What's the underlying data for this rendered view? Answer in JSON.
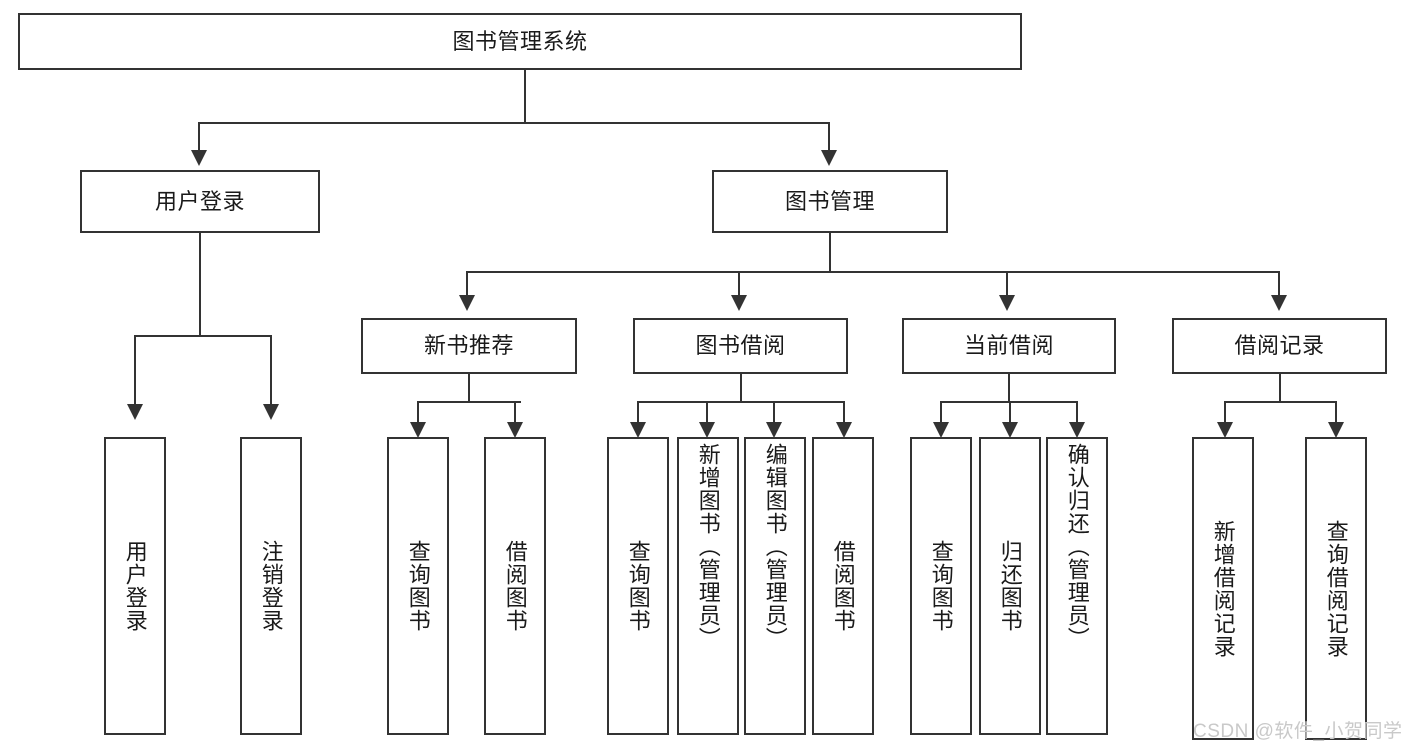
{
  "diagram": {
    "type": "tree",
    "title": "图书管理系统",
    "root": {
      "id": "root",
      "label": "图书管理系统"
    },
    "level2": [
      {
        "id": "user-login",
        "label": "用户登录"
      },
      {
        "id": "book-manage",
        "label": "图书管理"
      }
    ],
    "level3": [
      {
        "id": "new-book-recommend",
        "label": "新书推荐"
      },
      {
        "id": "book-borrow",
        "label": "图书借阅"
      },
      {
        "id": "current-borrow",
        "label": "当前借阅"
      },
      {
        "id": "borrow-record",
        "label": "借阅记录"
      }
    ],
    "leaves": {
      "user_login": [
        {
          "id": "leaf-user-login",
          "label": "用户登录"
        },
        {
          "id": "leaf-logout-login",
          "label": "注销登录"
        }
      ],
      "new_book_recommend": [
        {
          "id": "leaf-query-book-1",
          "label": "查询图书"
        },
        {
          "id": "leaf-borrow-book-1",
          "label": "借阅图书"
        }
      ],
      "book_borrow": [
        {
          "id": "leaf-query-book-2",
          "label": "查询图书"
        },
        {
          "id": "leaf-add-book",
          "label": "新增图书（管理员）"
        },
        {
          "id": "leaf-edit-book",
          "label": "编辑图书（管理员）"
        },
        {
          "id": "leaf-borrow-book-2",
          "label": "借阅图书"
        }
      ],
      "current_borrow": [
        {
          "id": "leaf-query-book-3",
          "label": "查询图书"
        },
        {
          "id": "leaf-return-book",
          "label": "归还图书"
        },
        {
          "id": "leaf-confirm-return",
          "label": "确认归还（管理员）"
        }
      ],
      "borrow_record": [
        {
          "id": "leaf-add-record",
          "label": "新增借阅记录"
        },
        {
          "id": "leaf-query-record",
          "label": "查询借阅记录"
        }
      ]
    }
  },
  "watermark": {
    "text": "CSDN @软件_小贺同学"
  },
  "colors": {
    "stroke": "#333333",
    "fill": "#ffffff",
    "text": "#1a1a1a",
    "watermark": "#c9c9c9"
  }
}
